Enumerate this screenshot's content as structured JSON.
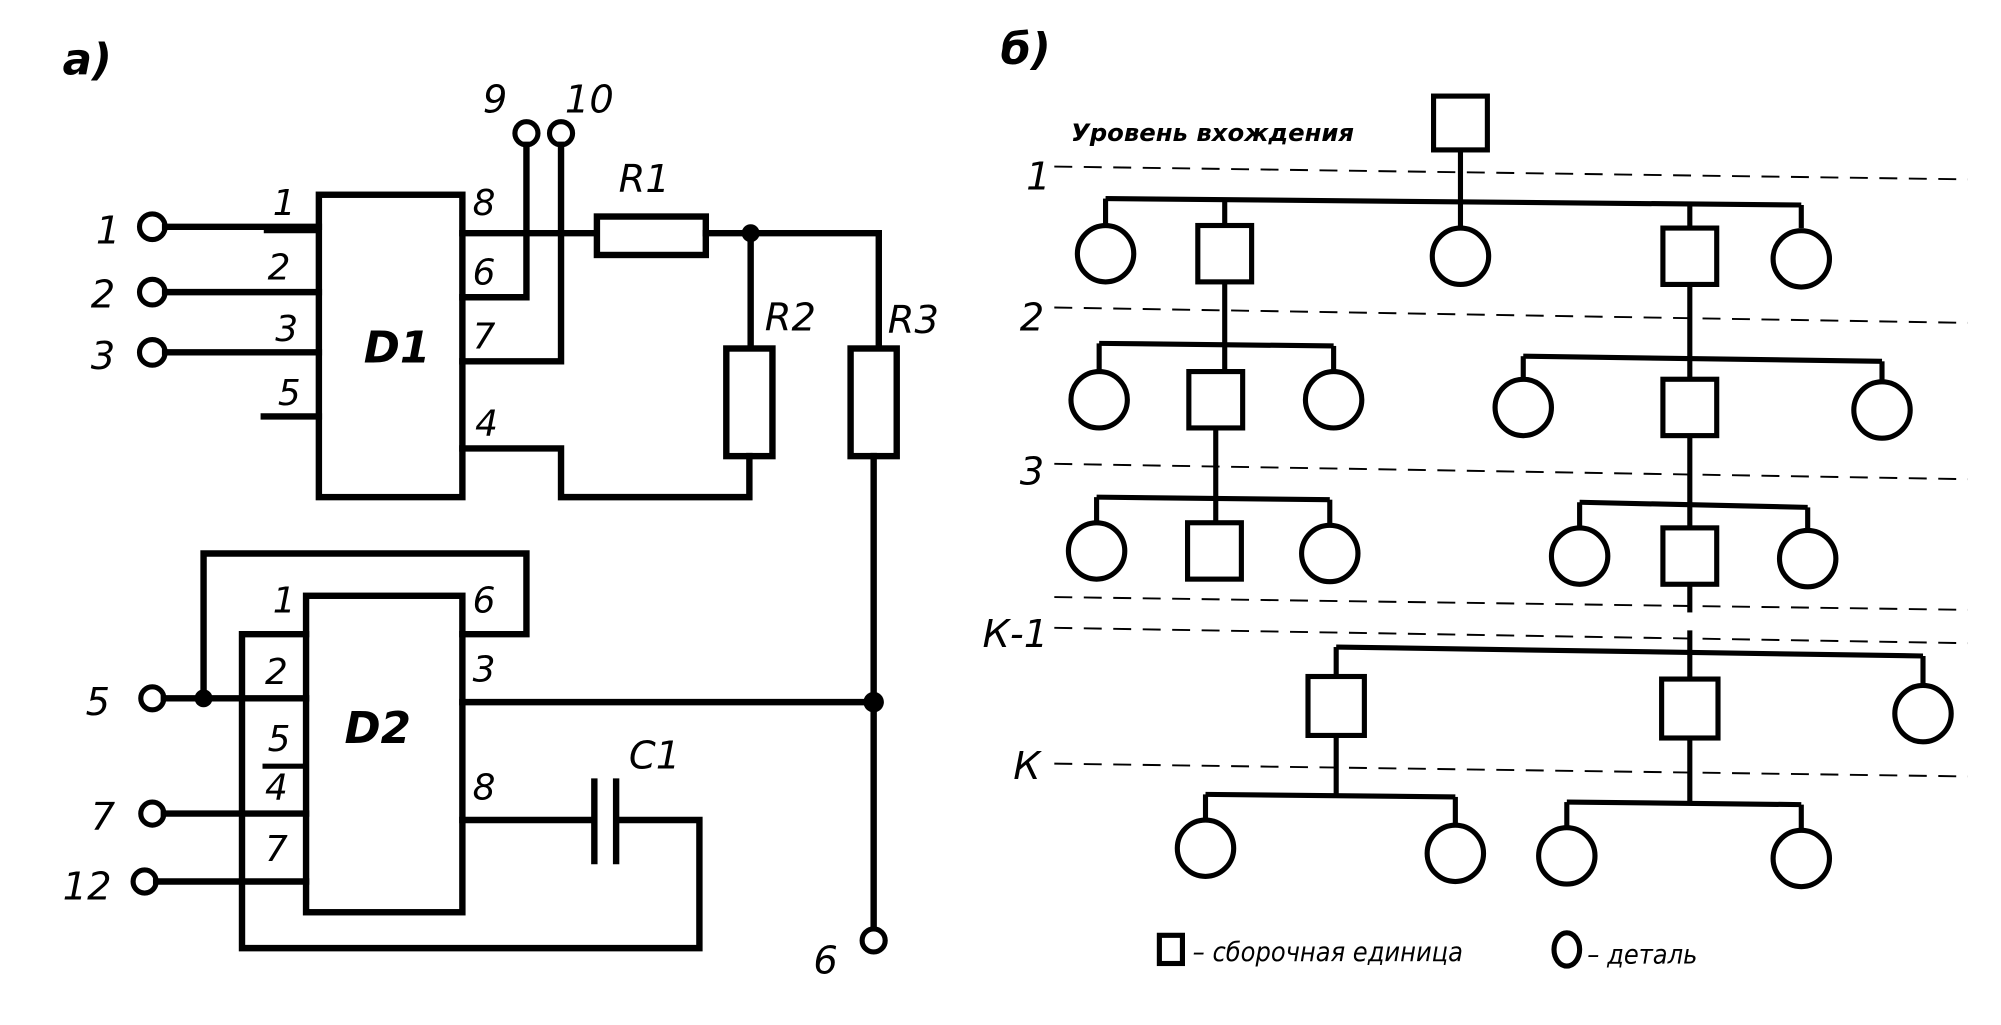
{
  "panel_a": {
    "label": "а)",
    "chips": [
      {
        "name": "D1",
        "left_pins": [
          "1",
          "2",
          "3",
          "5"
        ],
        "right_pins": [
          "8",
          "6",
          "7",
          "4"
        ]
      },
      {
        "name": "D2",
        "left_pins": [
          "1",
          "2",
          "5",
          "4",
          "7"
        ],
        "right_pins": [
          "6",
          "3",
          "8"
        ]
      }
    ],
    "resistors": [
      "R1",
      "R2",
      "R3"
    ],
    "capacitors": [
      "C1"
    ],
    "terminals": [
      "1",
      "2",
      "3",
      "9",
      "10",
      "5",
      "7",
      "12",
      "6"
    ]
  },
  "panel_b": {
    "label": "б)",
    "title": "Уровень вхождения",
    "levels": [
      "1",
      "2",
      "3",
      "К-1",
      "К"
    ],
    "legend": {
      "assembly": "– сборочная единица",
      "part": "– деталь"
    }
  }
}
